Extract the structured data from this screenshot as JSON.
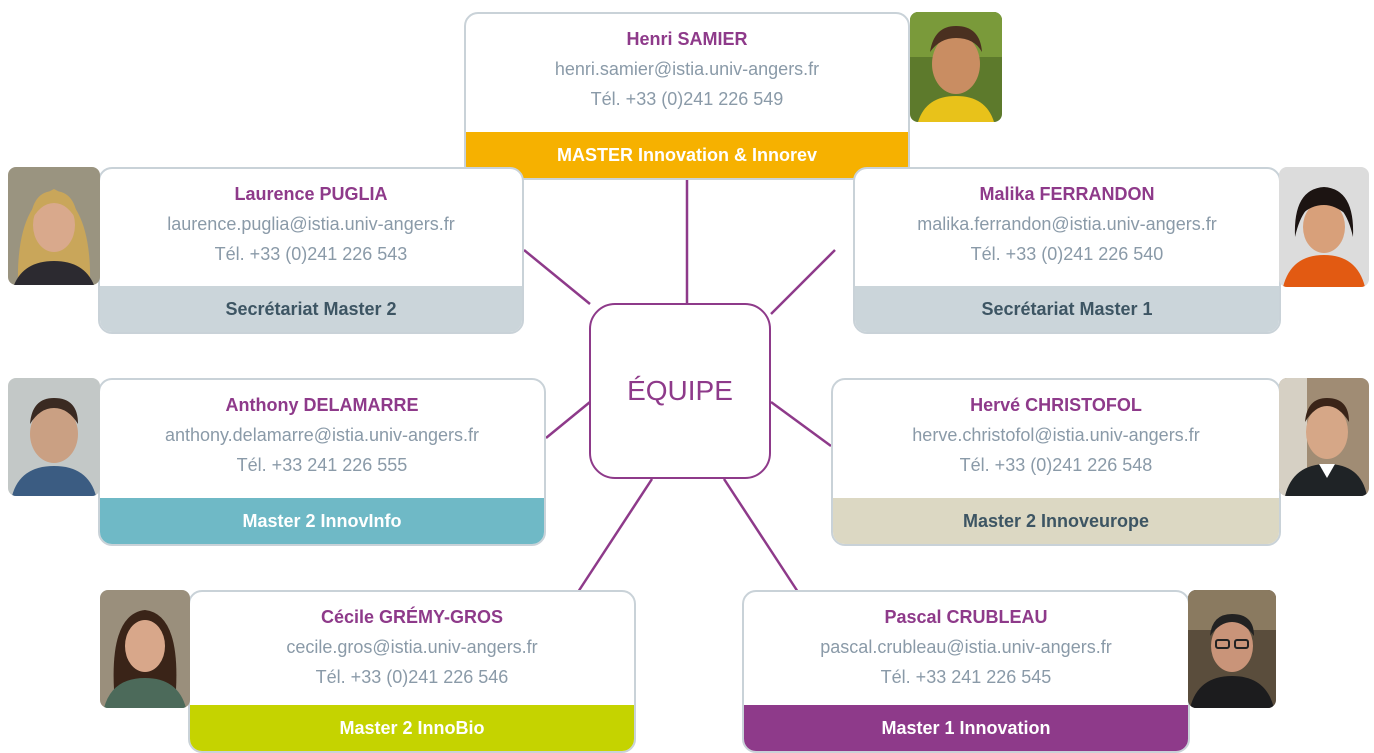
{
  "center": {
    "label": "ÉQUIPE"
  },
  "colors": {
    "name": "#8e3a8a",
    "contact": "#8a9aa8",
    "line": "#8e3a8a",
    "card_border": "#c9d2d8"
  },
  "people": [
    {
      "key": "samier",
      "name": "Henri SAMIER",
      "email": "henri.samier@istia.univ-angers.fr",
      "phone": "Tél. +33 (0)241 226 549",
      "role": "MASTER Innovation & Innorev",
      "band_color": "#f6b100",
      "band_text_color": "#ffffff"
    },
    {
      "key": "puglia",
      "name": "Laurence PUGLIA",
      "email": "laurence.puglia@istia.univ-angers.fr",
      "phone": "Tél. +33 (0)241 226 543",
      "role": "Secrétariat Master 2",
      "band_color": "#cbd5da",
      "band_text_color": "#3d5563"
    },
    {
      "key": "ferrandon",
      "name": "Malika FERRANDON",
      "email": "malika.ferrandon@istia.univ-angers.fr",
      "phone": "Tél. +33 (0)241 226 540",
      "role": "Secrétariat Master 1",
      "band_color": "#cbd5da",
      "band_text_color": "#3d5563"
    },
    {
      "key": "delamarre",
      "name": "Anthony DELAMARRE",
      "email": "anthony.delamarre@istia.univ-angers.fr",
      "phone": "Tél. +33 241 226 555",
      "role": "Master 2 InnovInfo",
      "band_color": "#6fb9c6",
      "band_text_color": "#ffffff"
    },
    {
      "key": "christofol",
      "name": "Hervé CHRISTOFOL",
      "email": "herve.christofol@istia.univ-angers.fr",
      "phone": "Tél. +33 (0)241 226 548",
      "role": "Master 2 Innoveurope",
      "band_color": "#dcd8c3",
      "band_text_color": "#3d5563"
    },
    {
      "key": "gros",
      "name": "Cécile GRÉMY-GROS",
      "email": "cecile.gros@istia.univ-angers.fr",
      "phone": "Tél. +33 (0)241 226 546",
      "role": "Master 2 InnoBio",
      "band_color": "#c5d300",
      "band_text_color": "#ffffff"
    },
    {
      "key": "crubleau",
      "name": "Pascal CRUBLEAU",
      "email": "pascal.crubleau@istia.univ-angers.fr",
      "phone": "Tél. +33 241 226 545",
      "role": "Master 1 Innovation",
      "band_color": "#8e3a8a",
      "band_text_color": "#ffffff"
    }
  ]
}
